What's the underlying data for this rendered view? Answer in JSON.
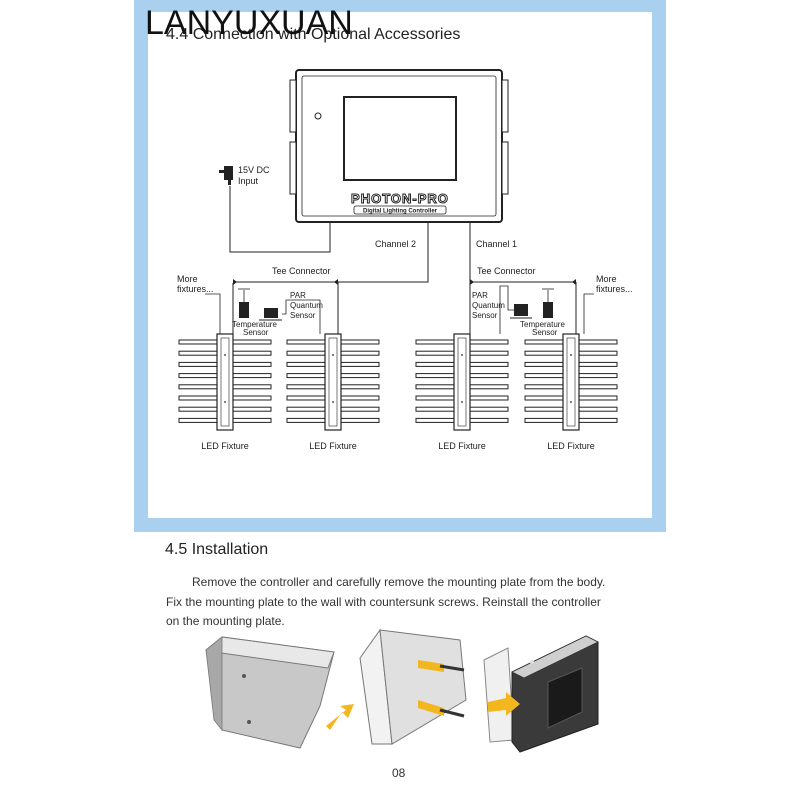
{
  "watermark": "LANYUXUAN",
  "section_44": {
    "title": "4.4 Connection with Optional Accessories",
    "controller_brand": "PHOTON-PRO",
    "controller_subtitle": "Digital Lighting Controller",
    "power_label_1": "15V DC",
    "power_label_2": "Input",
    "channel_2": "Channel 2",
    "channel_1": "Channel 1",
    "tee_connector": "Tee Connector",
    "more_1": "More",
    "more_2": "fixtures...",
    "par_1": "PAR",
    "par_2": "Quantum",
    "par_3": "Sensor",
    "temp_1": "Temperature",
    "temp_2": "Sensor",
    "led_fixture": "LED Fixture"
  },
  "section_45": {
    "title": "4.5 Installation",
    "line_1": "Remove the controller and carefully remove the mounting plate from the body.",
    "line_2": "Fix the mounting plate to the wall with countersunk screws. Reinstall the controller",
    "line_3": "on the mounting plate."
  },
  "page_number": "08",
  "colors": {
    "frame_blue": "#a9d0ee",
    "arrow_yellow": "#f2b71e"
  }
}
